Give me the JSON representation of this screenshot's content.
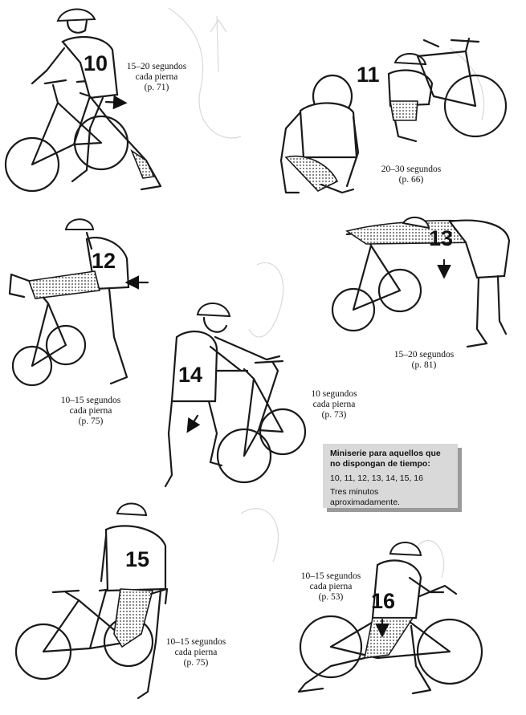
{
  "exercises": [
    {
      "number": "10",
      "duration": "15–20 segundos",
      "detail": "cada pierna",
      "page": "(p. 71)"
    },
    {
      "number": "11",
      "duration": "20–30 segundos",
      "detail": "",
      "page": "(p. 66)"
    },
    {
      "number": "12",
      "duration": "10–15 segundos",
      "detail": "cada pierna",
      "page": "(p. 75)"
    },
    {
      "number": "13",
      "duration": "15–20 segundos",
      "detail": "",
      "page": "(p. 81)"
    },
    {
      "number": "14",
      "duration": "10 segundos",
      "detail": "cada pierna",
      "page": "(p. 73)"
    },
    {
      "number": "15",
      "duration": "10–15 segundos",
      "detail": "cada pierna",
      "page": "(p. 75)"
    },
    {
      "number": "16",
      "duration": "10–15 segundos",
      "detail": "cada pierna",
      "page": "(p. 53)"
    }
  ],
  "note": {
    "title_line1": "Miniserie para aquellos que",
    "title_line2": "no dispongan de tiempo:",
    "sequence": "10, 11, 12, 13, 14, 15, 16",
    "footer_line1": "Tres minutos",
    "footer_line2": "aproximadamente."
  }
}
